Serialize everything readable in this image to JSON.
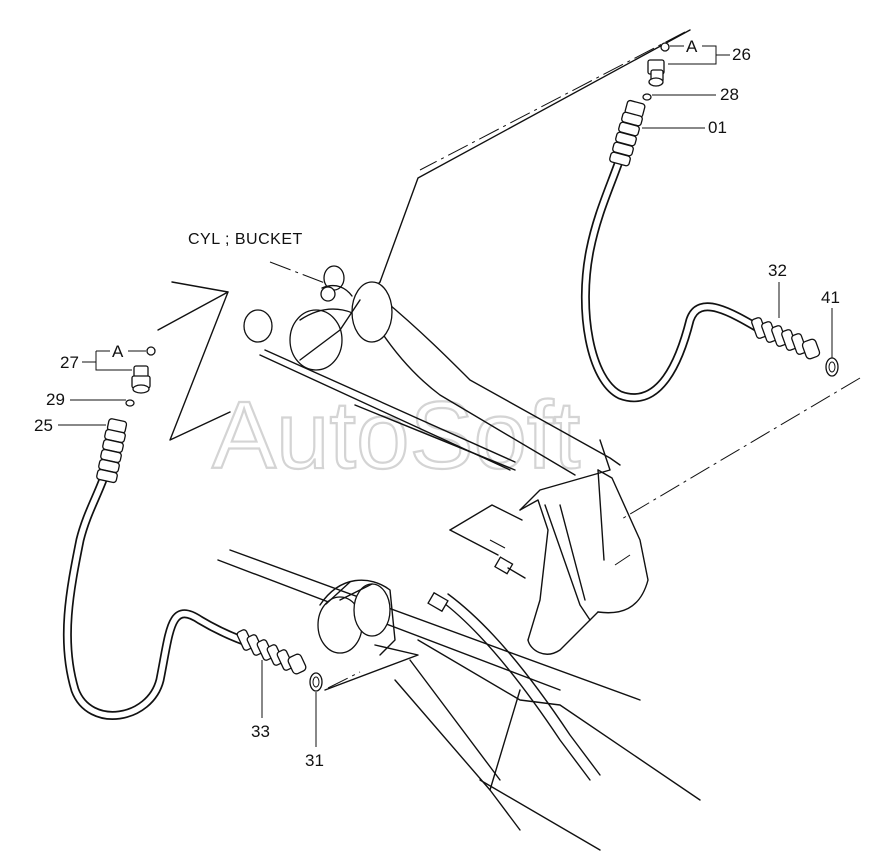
{
  "diagram": {
    "title": "CYL ; BUCKET",
    "watermark": "AutoSoft",
    "callouts": {
      "p26": "26",
      "p28": "28",
      "p01": "01",
      "p32": "32",
      "p41": "41",
      "p27": "27",
      "p29": "29",
      "p25": "25",
      "p33": "33",
      "p31": "31"
    },
    "reference_marks": {
      "top": "A",
      "left": "A"
    }
  }
}
